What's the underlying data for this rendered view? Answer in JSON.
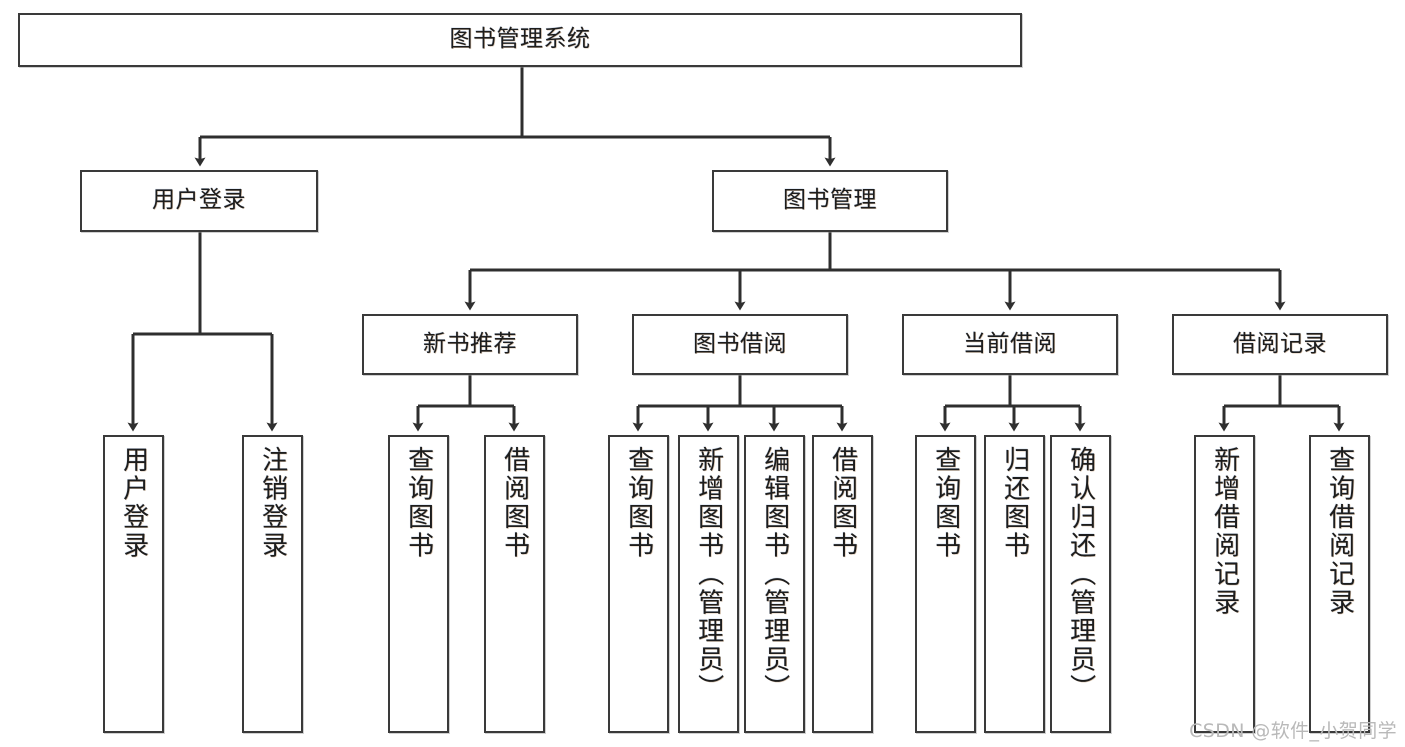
{
  "diagram": {
    "title": "图书管理系统",
    "type": "tree-hierarchy-chart",
    "colors": {
      "box_border": "#3a3a3a",
      "box_fill": "#ffffff",
      "edge": "#2f2f2f",
      "text": "#1d1d1d",
      "watermark": "#b9b9b9"
    },
    "root": {
      "label": "图书管理系统"
    },
    "level2": [
      {
        "label": "用户登录"
      },
      {
        "label": "图书管理"
      }
    ],
    "level3": [
      {
        "label": "新书推荐"
      },
      {
        "label": "图书借阅"
      },
      {
        "label": "当前借阅"
      },
      {
        "label": "借阅记录"
      }
    ],
    "leaves": {
      "user_login": [
        {
          "label": "用户登录"
        },
        {
          "label": "注销登录"
        }
      ],
      "new_book_recommend": [
        {
          "label": "查询图书"
        },
        {
          "label": "借阅图书"
        }
      ],
      "book_borrow": [
        {
          "label": "查询图书"
        },
        {
          "label": "新增图书（管理员）"
        },
        {
          "label": "编辑图书（管理员）"
        },
        {
          "label": "借阅图书"
        }
      ],
      "current_borrow": [
        {
          "label": "查询图书"
        },
        {
          "label": "归还图书"
        },
        {
          "label": "确认归还（管理员）"
        }
      ],
      "borrow_record": [
        {
          "label": "新增借阅记录"
        },
        {
          "label": "查询借阅记录"
        }
      ]
    },
    "watermark": "CSDN @软件_小贺同学"
  }
}
